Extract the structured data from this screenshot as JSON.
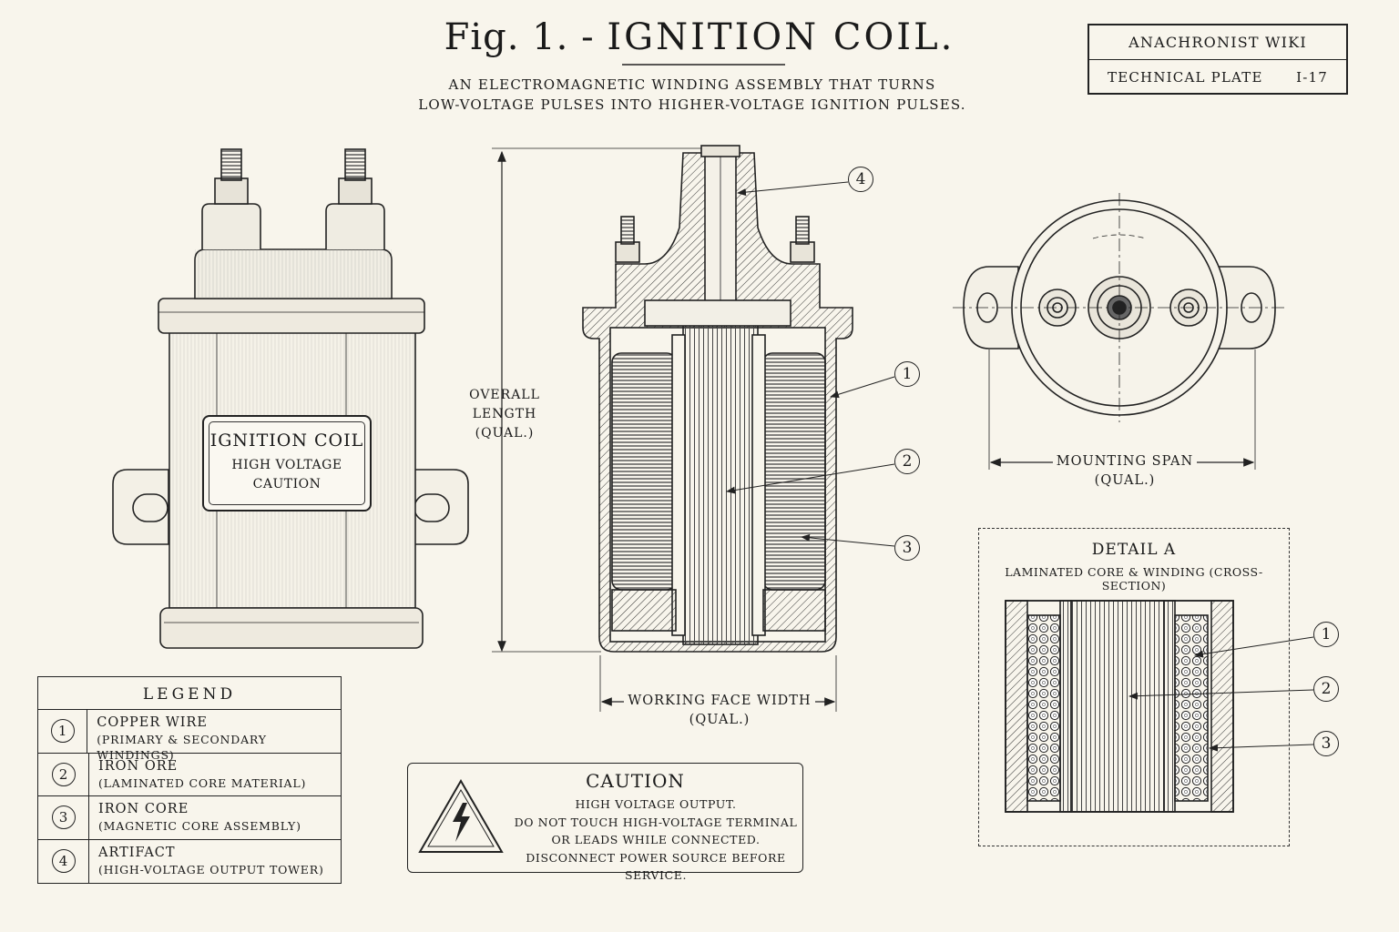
{
  "header": {
    "fig_label": "Fig. 1. -",
    "title": "IGNITION COIL.",
    "subtitle_line1": "AN ELECTROMAGNETIC WINDING ASSEMBLY THAT TURNS",
    "subtitle_line2": "LOW-VOLTAGE PULSES INTO HIGHER-VOLTAGE IGNITION PULSES."
  },
  "title_block": {
    "source": "ANACHRONIST WIKI",
    "plate_label": "TECHNICAL PLATE",
    "plate_number": "I-17"
  },
  "coil_label": {
    "title": "IGNITION COIL",
    "line1": "HIGH VOLTAGE",
    "line2": "CAUTION"
  },
  "dimensions": {
    "overall_line1": "OVERALL",
    "overall_line2": "LENGTH",
    "overall_line3": "(QUAL.)",
    "face_width": "WORKING FACE WIDTH",
    "face_qual": "(QUAL.)",
    "mounting_span": "MOUNTING SPAN",
    "span_qual": "(QUAL.)"
  },
  "callouts": [
    "1",
    "2",
    "3",
    "4"
  ],
  "detail": {
    "title": "DETAIL A",
    "subtitle": "LAMINATED CORE & WINDING (CROSS-SECTION)"
  },
  "legend": {
    "title": "LEGEND",
    "items": [
      {
        "num": "1",
        "name": "COPPER WIRE",
        "desc": "(PRIMARY & SECONDARY WINDINGS)"
      },
      {
        "num": "2",
        "name": "IRON ORE",
        "desc": "(LAMINATED CORE MATERIAL)"
      },
      {
        "num": "3",
        "name": "IRON CORE",
        "desc": "(MAGNETIC CORE ASSEMBLY)"
      },
      {
        "num": "4",
        "name": "ARTIFACT",
        "desc": "(HIGH-VOLTAGE OUTPUT TOWER)"
      }
    ]
  },
  "caution": {
    "title": "CAUTION",
    "line1": "HIGH VOLTAGE OUTPUT.",
    "line2": "DO NOT TOUCH HIGH-VOLTAGE TERMINAL",
    "line3": "OR LEADS WHILE CONNECTED.",
    "line4": "DISCONNECT POWER SOURCE BEFORE SERVICE."
  },
  "icons": {
    "high_voltage": "lightning-bolt-icon",
    "warning": "warning-triangle-icon"
  },
  "colors": {
    "paper": "#f8f5ec",
    "ink": "#1a1a1a"
  }
}
